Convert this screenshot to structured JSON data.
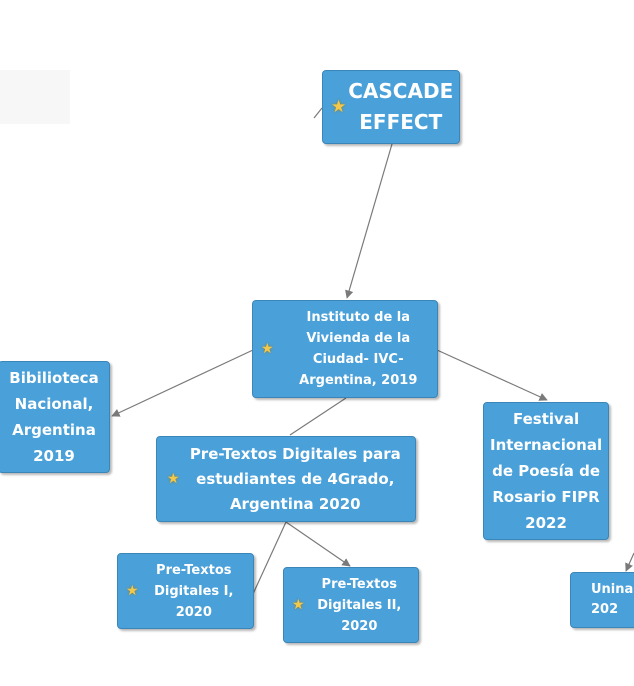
{
  "colors": {
    "node_fill": "#4aa0d8",
    "node_border": "#3b86b9",
    "node_text": "#ffffff",
    "edge": "#7a7a7a",
    "star": "#f2c94c",
    "background": "#ffffff"
  },
  "nodes": {
    "cascade": {
      "label": "CASCADE\nEFFECT",
      "icon": "star-icon"
    },
    "ivc": {
      "label": "Instituto de la\nVivienda de la\nCiudad- IVC-\nArgentina, 2019",
      "icon": "star-icon"
    },
    "bibilioteca": {
      "label": "Bibilioteca\nNacional,\nArgentina\n2019"
    },
    "pretextos_4grado": {
      "label": "Pre-Textos Digitales para\nestudiantes de 4Grado,\nArgentina 2020",
      "icon": "star-icon"
    },
    "festival": {
      "label": "Festival\nInternacional\nde Poesía de\nRosario FIPR\n2022"
    },
    "pretextos_1": {
      "label": "Pre-Textos\nDigitales I,\n2020",
      "icon": "star-icon"
    },
    "pretextos_2": {
      "label": "Pre-Textos\nDigitales II,\n2020",
      "icon": "star-icon"
    },
    "unina": {
      "label": "Unina\n202"
    }
  },
  "edges": [
    [
      "cascade",
      "ivc"
    ],
    [
      "ivc",
      "bibilioteca"
    ],
    [
      "ivc",
      "pretextos_4grado"
    ],
    [
      "ivc",
      "festival"
    ],
    [
      "pretextos_4grado",
      "pretextos_1"
    ],
    [
      "pretextos_4grado",
      "pretextos_2"
    ]
  ]
}
